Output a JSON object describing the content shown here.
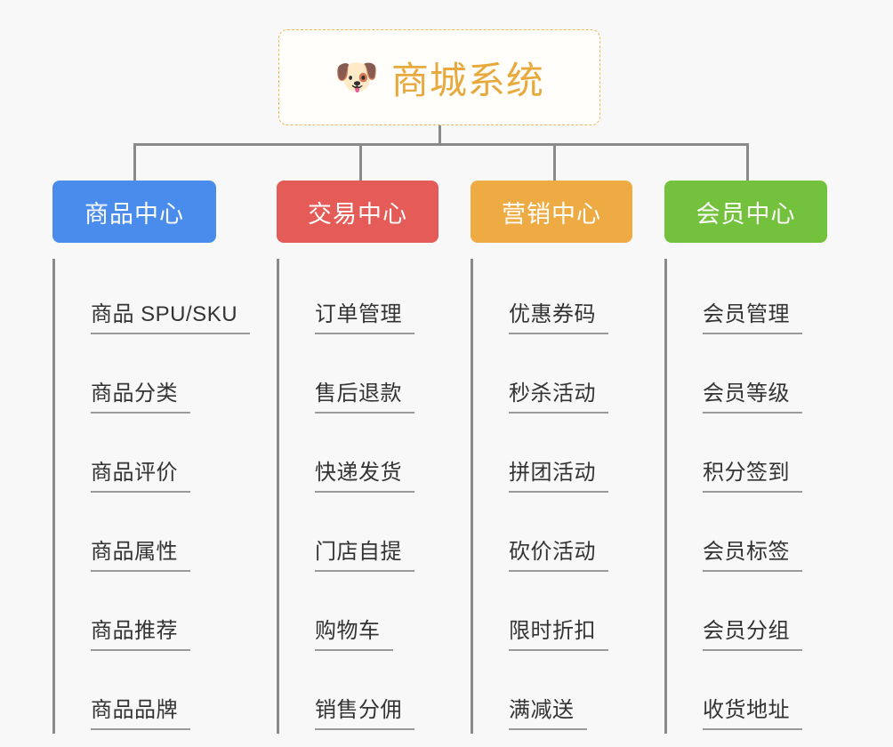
{
  "canvas": {
    "background": "#f8f8f8",
    "connector_color": "#8a8a8a"
  },
  "root": {
    "icon": "dog-face-emoji",
    "emoji": "🐶",
    "title": "商城系统",
    "title_color": "#e8a93c",
    "border_color": "#edb95a",
    "background": "#fffefb"
  },
  "branches": [
    {
      "id": "product-center",
      "label": "商品中心",
      "color": "#4a8cec",
      "items": [
        "商品 SPU/SKU",
        "商品分类",
        "商品评价",
        "商品属性",
        "商品推荐",
        "商品品牌"
      ]
    },
    {
      "id": "trade-center",
      "label": "交易中心",
      "color": "#e45b57",
      "items": [
        "订单管理",
        "售后退款",
        "快递发货",
        "门店自提",
        "购物车",
        "销售分佣"
      ]
    },
    {
      "id": "marketing-center",
      "label": "营销中心",
      "color": "#eeab43",
      "items": [
        "优惠券码",
        "秒杀活动",
        "拼团活动",
        "砍价活动",
        "限时折扣",
        "满减送"
      ]
    },
    {
      "id": "member-center",
      "label": "会员中心",
      "color": "#74c13e",
      "items": [
        "会员管理",
        "会员等级",
        "积分签到",
        "会员标签",
        "会员分组",
        "收货地址"
      ]
    }
  ]
}
